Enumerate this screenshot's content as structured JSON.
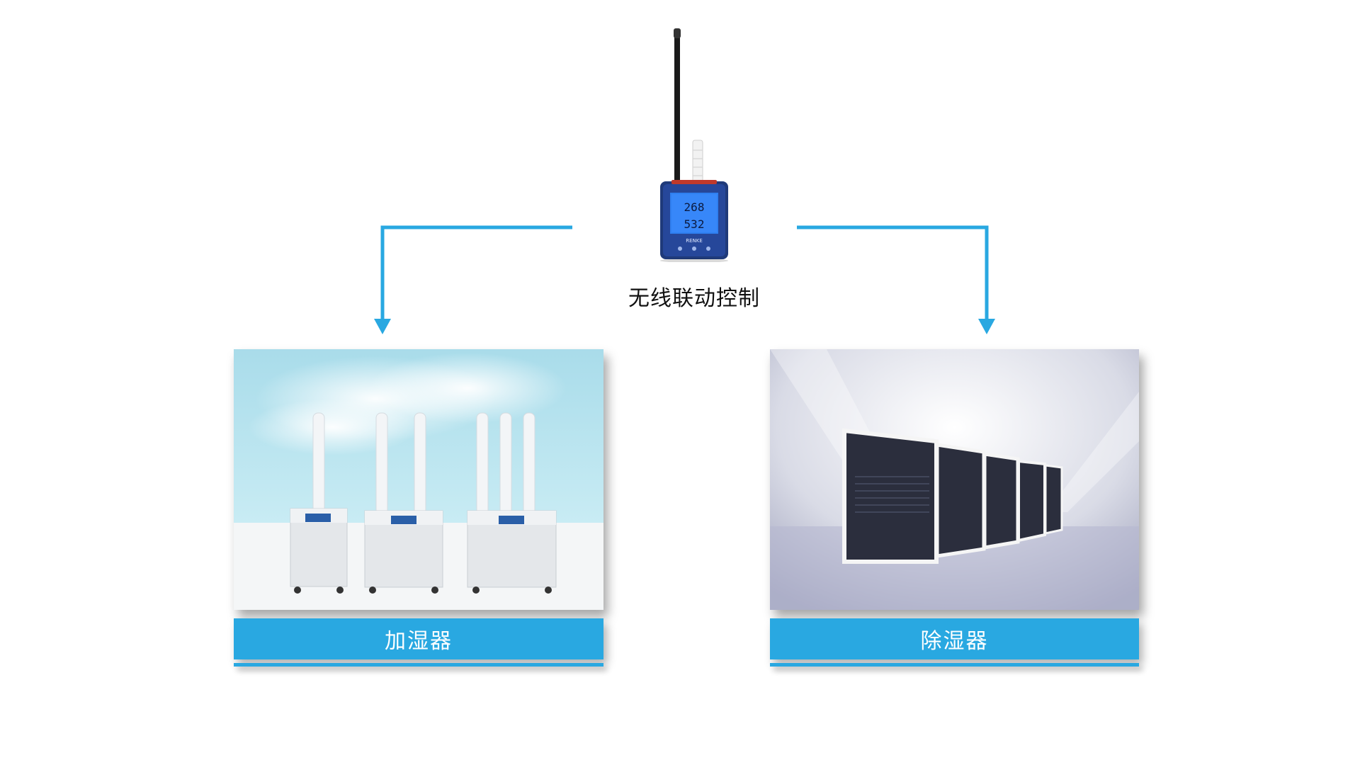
{
  "diagram": {
    "center_caption": "无线联动控制",
    "device": {
      "screen_value_top": "268",
      "screen_value_bottom": "532",
      "brand_text": "RENKE"
    },
    "left_node": {
      "label": "加湿器"
    },
    "right_node": {
      "label": "除湿器"
    }
  },
  "colors": {
    "accent": "#29a8e1",
    "arrow": "#29a8e1"
  }
}
